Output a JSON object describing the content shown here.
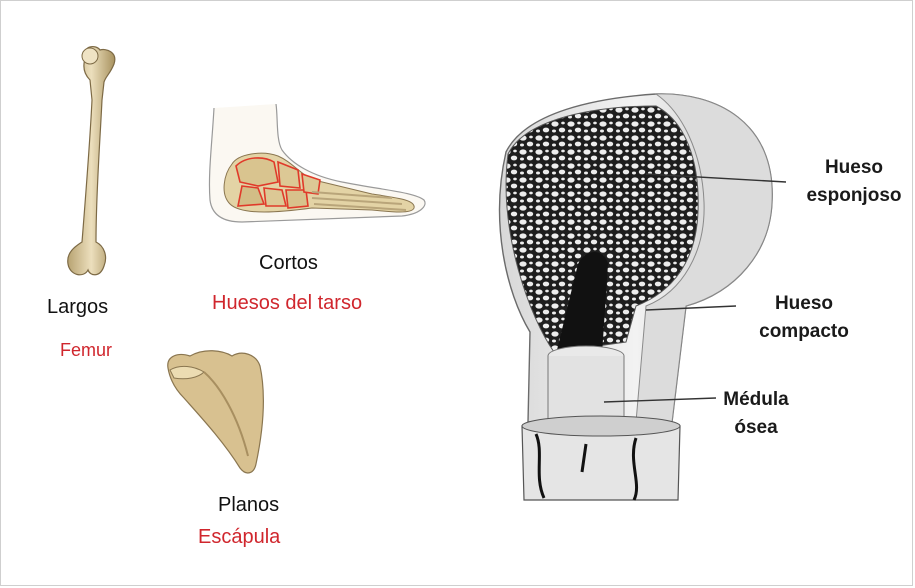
{
  "colors": {
    "label_red": "#d0262d",
    "bone": "#d9c8a0",
    "bone_shadow": "#9b8660",
    "tarsal_outline": "#e03a2a"
  },
  "bone_types": {
    "long": {
      "label": "Largos",
      "example": "Femur",
      "icon": "femur-icon"
    },
    "short": {
      "label": "Cortos",
      "example": "Huesos del tarso",
      "icon": "foot-bones-icon"
    },
    "flat": {
      "label": "Planos",
      "example": "Escápula",
      "icon": "scapula-icon"
    }
  },
  "bone_section": {
    "icon": "bone-cross-section-icon",
    "labels": {
      "spongy": [
        "Hueso",
        "esponjoso"
      ],
      "compact": [
        "Hueso",
        "compacto"
      ],
      "marrow": [
        "Médula",
        "ósea"
      ]
    }
  }
}
